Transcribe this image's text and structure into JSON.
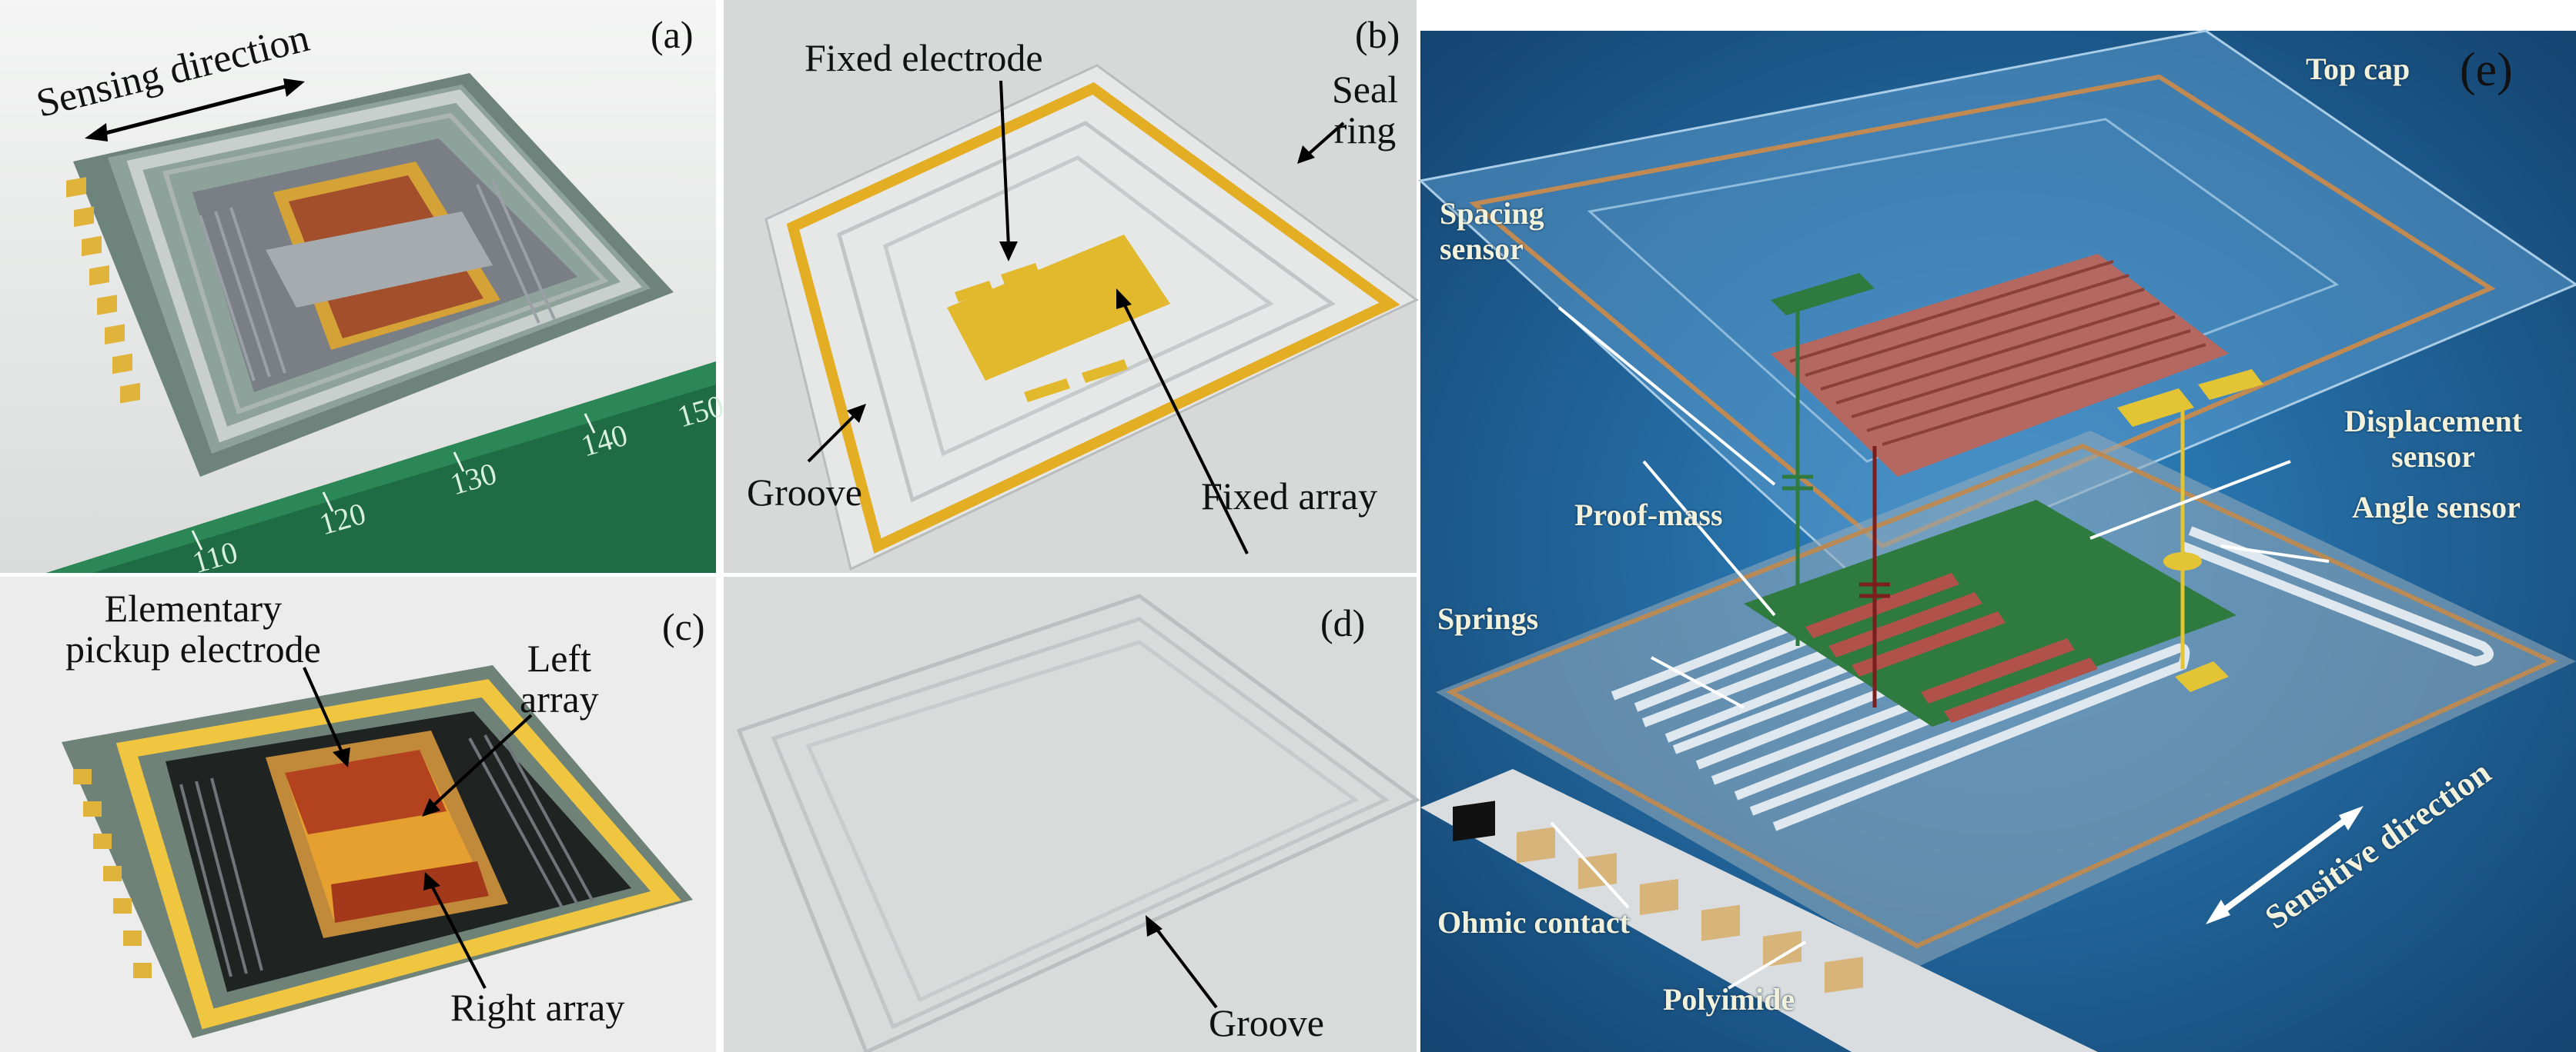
{
  "panels": {
    "a": {
      "label": "(a)",
      "annotations": {
        "sensing_direction": "Sensing direction"
      },
      "ruler_numbers": [
        "110",
        "120",
        "130",
        "140",
        "150"
      ]
    },
    "b": {
      "label": "(b)",
      "annotations": {
        "fixed_electrode": "Fixed electrode",
        "seal_ring": "Seal\nring",
        "groove": "Groove",
        "fixed_array": "Fixed array"
      }
    },
    "c": {
      "label": "(c)",
      "annotations": {
        "elementary_pickup": "Elementary\npickup electrode",
        "left_array": "Left\narray",
        "right_array": "Right array"
      }
    },
    "d": {
      "label": "(d)",
      "annotations": {
        "groove": "Groove"
      }
    },
    "e": {
      "label": "(e)",
      "annotations": {
        "top_cap": "Top cap",
        "spacing_sensor": "Spacing\nsensor",
        "displacement_sensor": "Displacement\nsensor",
        "angle_sensor": "Angle sensor",
        "proof_mass": "Proof-mass",
        "springs": "Springs",
        "ohmic_contact": "Ohmic contact",
        "polyimide": "Polyimide",
        "sensitive_direction": "Sensitive direction"
      }
    }
  },
  "colors": {
    "gold": "#d9a531",
    "substrate": "#7f958c",
    "glass": "#d8dbda",
    "blue_bg": "#1f5f93",
    "copper": "#b8874f",
    "green": "#2f7a3e",
    "red": "#b25a4c",
    "yellow": "#e6c832"
  }
}
